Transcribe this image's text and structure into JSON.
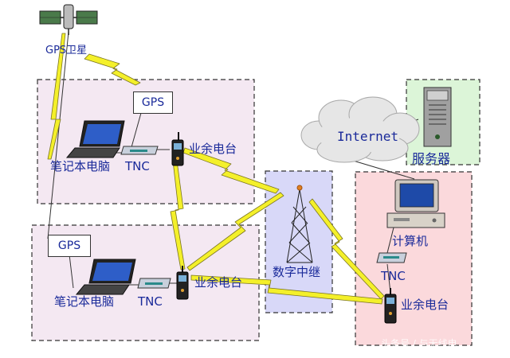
{
  "labels": {
    "gps_satellite": "GPS卫星",
    "gps_top": "GPS",
    "gps_bottom": "GPS",
    "laptop_top": "笔记本电脑",
    "laptop_bottom": "笔记本电脑",
    "tnc_top": "TNC",
    "tnc_bottom": "TNC",
    "tnc_right": "TNC",
    "radio_top": "业余电台",
    "radio_bottom": "业余电台",
    "radio_right": "业余电台",
    "repeater": "数字中继",
    "internet": "Internet",
    "server": "服务器",
    "computer": "计算机",
    "watermark": "头条号 / 与无线电"
  },
  "colors": {
    "station_zone": "#f4e8f2",
    "repeater_zone": "#d8d8f8",
    "server_zone": "#dcf5d8",
    "computer_zone": "#fbd9dc",
    "link": "#f4f02a",
    "text": "#1a2a9a"
  }
}
